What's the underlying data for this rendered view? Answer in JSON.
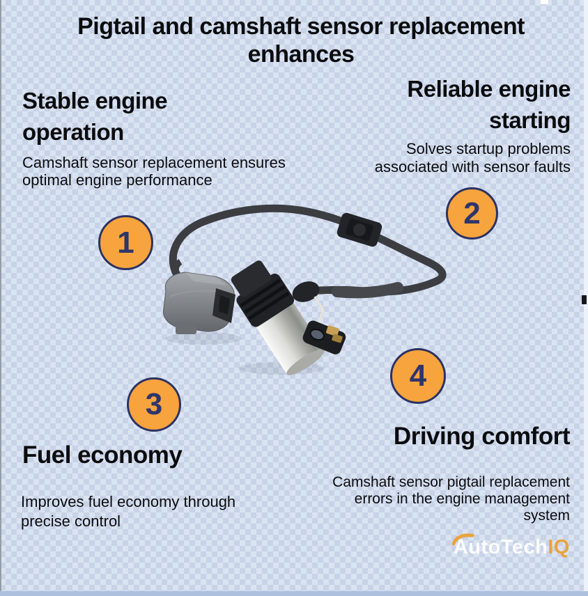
{
  "title": {
    "line1": "Pigtail and camshaft sensor replacement",
    "line2": "enhances"
  },
  "sections": {
    "stable_engine": {
      "number": "1",
      "heading_line1": "Stable engine",
      "heading_line2": "operation",
      "desc_line1": "Camshaft sensor replacement ensures",
      "desc_line2": "optimal engine performance"
    },
    "reliable_starting": {
      "number": "2",
      "heading_line1": "Reliable engine",
      "heading_line2": "starting",
      "desc_line1": "Solves startup problems",
      "desc_line2": "associated with sensor faults"
    },
    "fuel_economy": {
      "number": "3",
      "heading": "Fuel economy",
      "desc_line1": "Improves fuel economy through",
      "desc_line2": "precise control"
    },
    "driving_comfort": {
      "number": "4",
      "heading": "Driving comfort",
      "desc_line1": "Camshaft sensor pigtail replacement",
      "desc_line2": "errors in the engine management",
      "desc_line3": "system"
    }
  },
  "image": {
    "name": "camshaft sensor with pigtail connector photo"
  },
  "logo": {
    "text_white": "AutoTech",
    "text_orange": "IQ"
  },
  "colors": {
    "checker_light": "#DAE3F2",
    "checker_dark": "#C8D3E7",
    "badge_fill": "#F7A33E",
    "badge_border": "#2B3263",
    "badge_number": "#2E356B",
    "heading_text": "#0B0C0E",
    "logo_white": "#FBFCFD",
    "logo_orange": "#E9A43D",
    "bottom_bar": "#ADC0DE"
  }
}
